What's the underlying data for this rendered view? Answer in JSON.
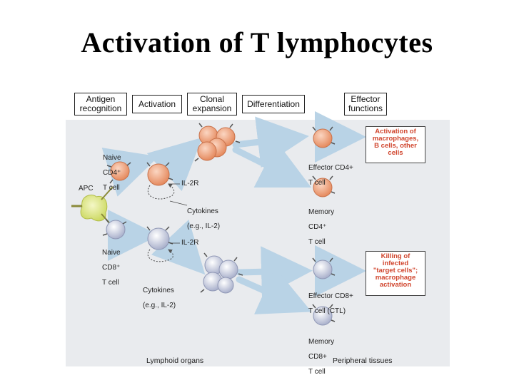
{
  "title": "Activation of T lymphocytes",
  "stages": [
    {
      "lines": [
        "Antigen",
        "recognition"
      ]
    },
    {
      "lines": [
        "Activation"
      ]
    },
    {
      "lines": [
        "Clonal",
        "expansion"
      ]
    },
    {
      "lines": [
        "Differentiation"
      ]
    },
    {
      "lines": [
        "Effector",
        "functions"
      ]
    }
  ],
  "labels": {
    "apc": "APC",
    "naive_cd4": [
      "Naive",
      "CD4⁺",
      "T cell"
    ],
    "naive_cd8": [
      "Naive",
      "CD8⁺",
      "T cell"
    ],
    "il2r_top": "IL-2R",
    "il2r_bottom": "IL-2R",
    "cytokines_top": [
      "Cytokines",
      "(e.g., IL-2)"
    ],
    "cytokines_bottom": [
      "Cytokines",
      "(e.g., IL-2)"
    ],
    "effector_cd4": [
      "Effector CD4+",
      "T cell"
    ],
    "memory_cd4": [
      "Memory",
      "CD4⁺",
      "T cell"
    ],
    "effector_cd8": [
      "Effector CD8+",
      "T cell (CTL)"
    ],
    "memory_cd8": [
      "Memory",
      "CD8+",
      "T cell"
    ]
  },
  "effector_functions": {
    "cd4": [
      "Activation of",
      "macrophages,",
      "B cells, other",
      "cells"
    ],
    "cd8": [
      "Killing of",
      "infected",
      "\"target cells\";",
      "macrophage",
      "activation"
    ]
  },
  "footer": {
    "left": "Lymphoid organs",
    "right": "Peripheral tissues"
  },
  "colors": {
    "cd4_cell": "#f0a37e",
    "cd8_cell": "#c7ccdf",
    "apc_cell": "#dfe88a",
    "arrow": "#b9d3e6",
    "function_text": "#d0442c",
    "background_panel": "#e9ebee"
  }
}
